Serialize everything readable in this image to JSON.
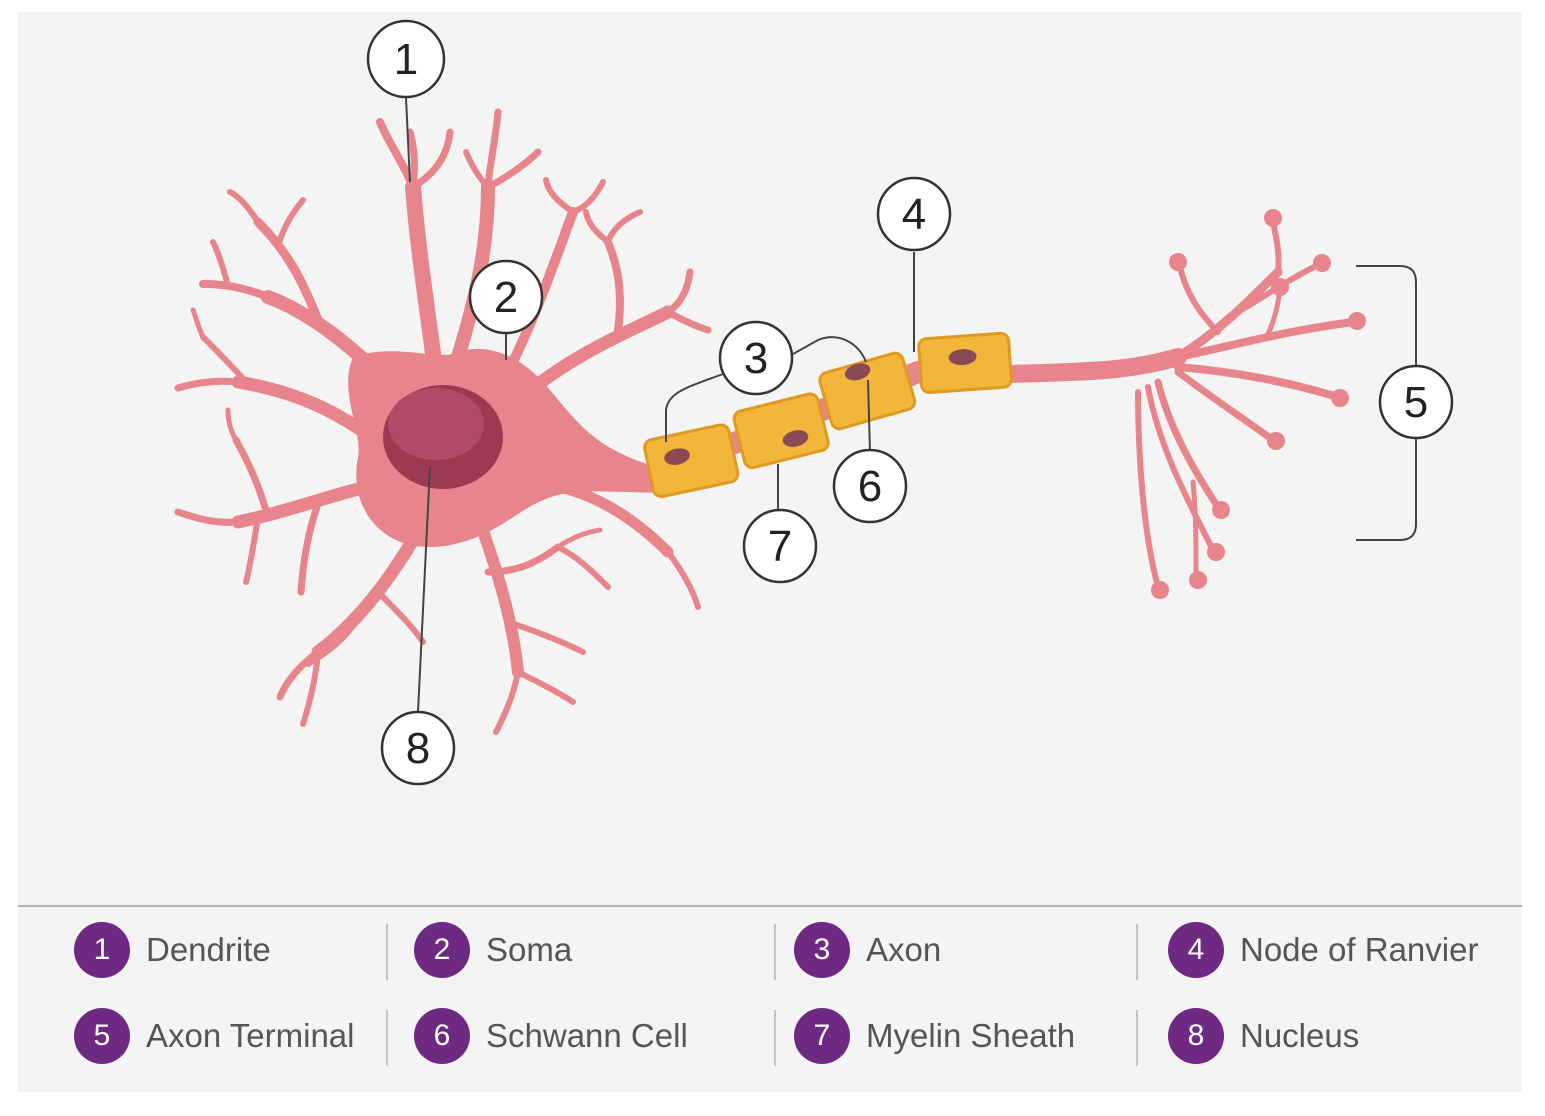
{
  "callouts": {
    "c1": "1",
    "c2": "2",
    "c3": "3",
    "c4": "4",
    "c5": "5",
    "c6": "6",
    "c7": "7",
    "c8": "8"
  },
  "legend": [
    {
      "num": "1",
      "label": "Dendrite"
    },
    {
      "num": "2",
      "label": "Soma"
    },
    {
      "num": "3",
      "label": "Axon"
    },
    {
      "num": "4",
      "label": "Node of Ranvier"
    },
    {
      "num": "5",
      "label": "Axon Terminal"
    },
    {
      "num": "6",
      "label": "Schwann Cell"
    },
    {
      "num": "7",
      "label": "Myelin Sheath"
    },
    {
      "num": "8",
      "label": "Nucleus"
    }
  ],
  "colors": {
    "neuron": "#e8848b",
    "neuron_dark": "#d2606c",
    "nucleus": "#9b3a52",
    "schwann": "#f2b63a",
    "badge": "#6e2a82",
    "background": "#f4f4f4"
  },
  "icon_names": [
    "neuron-soma",
    "nucleus",
    "schwann-cell",
    "axon-terminal-bulb"
  ]
}
